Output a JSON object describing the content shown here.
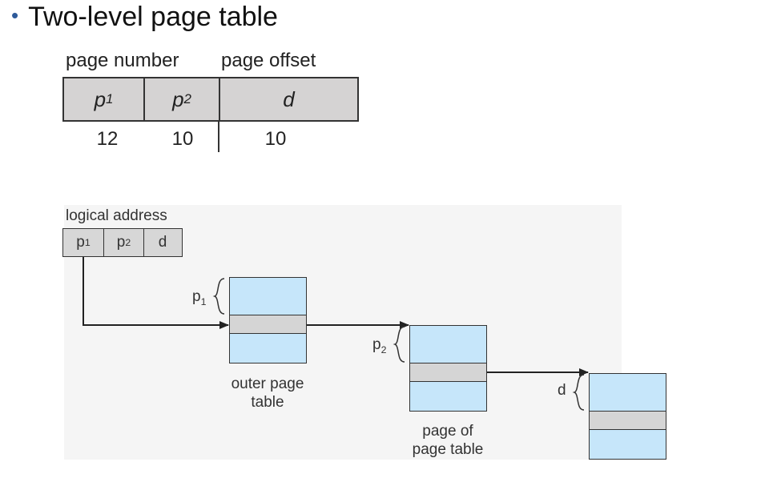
{
  "title": "Two-level page table",
  "format": {
    "page_number_label": "page number",
    "page_offset_label": "page offset",
    "fields": [
      {
        "name": "p",
        "sub": "1",
        "bits": "12"
      },
      {
        "name": "p",
        "sub": "2",
        "bits": "10"
      },
      {
        "name": "d",
        "sub": "",
        "bits": "10"
      }
    ]
  },
  "diagram": {
    "logical_address_label": "logical address",
    "address_fields": [
      {
        "name": "p",
        "sub": "1"
      },
      {
        "name": "p",
        "sub": "2"
      },
      {
        "name": "d",
        "sub": ""
      }
    ],
    "brace_labels": [
      {
        "name": "p",
        "sub": "1"
      },
      {
        "name": "p",
        "sub": "2"
      },
      {
        "name": "d",
        "sub": ""
      }
    ],
    "outer_table_caption": [
      "outer page",
      "table"
    ],
    "page_of_page_table_caption": [
      "page of",
      "page table"
    ]
  },
  "colors": {
    "table_fill": "#c6e6fa",
    "entry_fill": "#d5d5d5",
    "bullet": "#2e5a9a"
  }
}
